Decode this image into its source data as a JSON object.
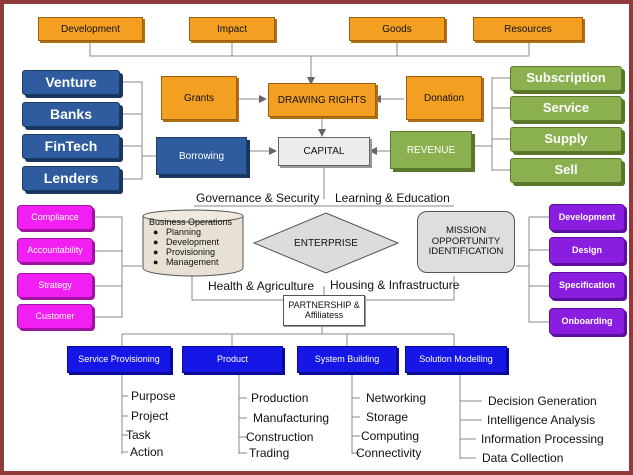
{
  "top_row": [
    "Development",
    "Impact",
    "Goods",
    "Resources"
  ],
  "grants": "Grants",
  "drawing_rights": "DRAWING RIGHTS",
  "donation": "Donation",
  "capital": "CAPITAL",
  "borrowing": "Borrowing",
  "revenue": "REVENUE",
  "left_sources": [
    "Venture",
    "Banks",
    "FinTech",
    "Lenders"
  ],
  "right_sources": [
    "Subscription",
    "Service",
    "Supply",
    "Sell"
  ],
  "themes": {
    "governance": "Governance & Security",
    "learning": "Learning & Education",
    "health": "Health & Agriculture",
    "housing": "Housing & Infrastructure"
  },
  "business_ops": {
    "title": "Business Operations",
    "items": [
      "Planning",
      "Development",
      "Provisioning",
      "Management"
    ]
  },
  "enterprise": "ENTERPRISE",
  "mission": "MISSION OPPORTUNITY IDENTIFICATION",
  "left_pillars": [
    "Compliance",
    "Accountability",
    "Strategy",
    "Customer"
  ],
  "right_pillars": [
    "Development",
    "Design",
    "Specification",
    "Onboarding"
  ],
  "partnership": "PARTNERSHIP & Affiliatess",
  "bottom_boxes": [
    "Service Provisioning",
    "Product",
    "System Building",
    "Solution Modelling"
  ],
  "bottom_lists": [
    [
      "Purpose",
      "Project",
      "Task",
      "Action"
    ],
    [
      "Production",
      "Manufacturing",
      "Construction",
      "Trading"
    ],
    [
      "Networking",
      "Storage",
      "Computing",
      "Connectivity"
    ],
    [
      "Decision Generation",
      "Intelligence Analysis",
      "Information Processing",
      "Data Collection"
    ]
  ],
  "colors": {
    "frame": "#8f3b3b",
    "orange": "#f29f22",
    "blue": "#2e5c9e",
    "green": "#8bb04f",
    "magenta": "#f21ff2",
    "purple": "#8a1ee0",
    "bottom_blue": "#1616e6",
    "capital_fill": "#ececec"
  }
}
